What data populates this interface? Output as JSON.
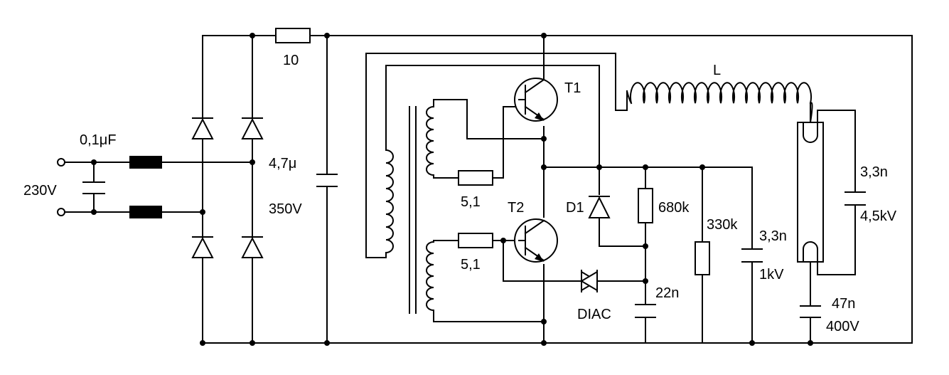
{
  "labels": {
    "cap_in": "0,1μF",
    "mains": "230V",
    "res_input": "10",
    "cap_bridge_value": "4,7μ",
    "cap_bridge_voltage": "350V",
    "transistor_top": "T1",
    "transistor_bottom": "T2",
    "res_base_top": "5,1",
    "res_base_bottom": "5,1",
    "inductor": "L",
    "diode": "D1",
    "res_680k": "680k",
    "diac": "DIAC",
    "cap_22n": "22n",
    "res_330k": "330k",
    "cap_33n_1kv_value": "3,3n",
    "cap_33n_1kv_voltage": "1kV",
    "cap_tube_value": "3,3n",
    "cap_tube_voltage": "4,5kV",
    "cap_47n_value": "47n",
    "cap_47n_voltage": "400V"
  }
}
